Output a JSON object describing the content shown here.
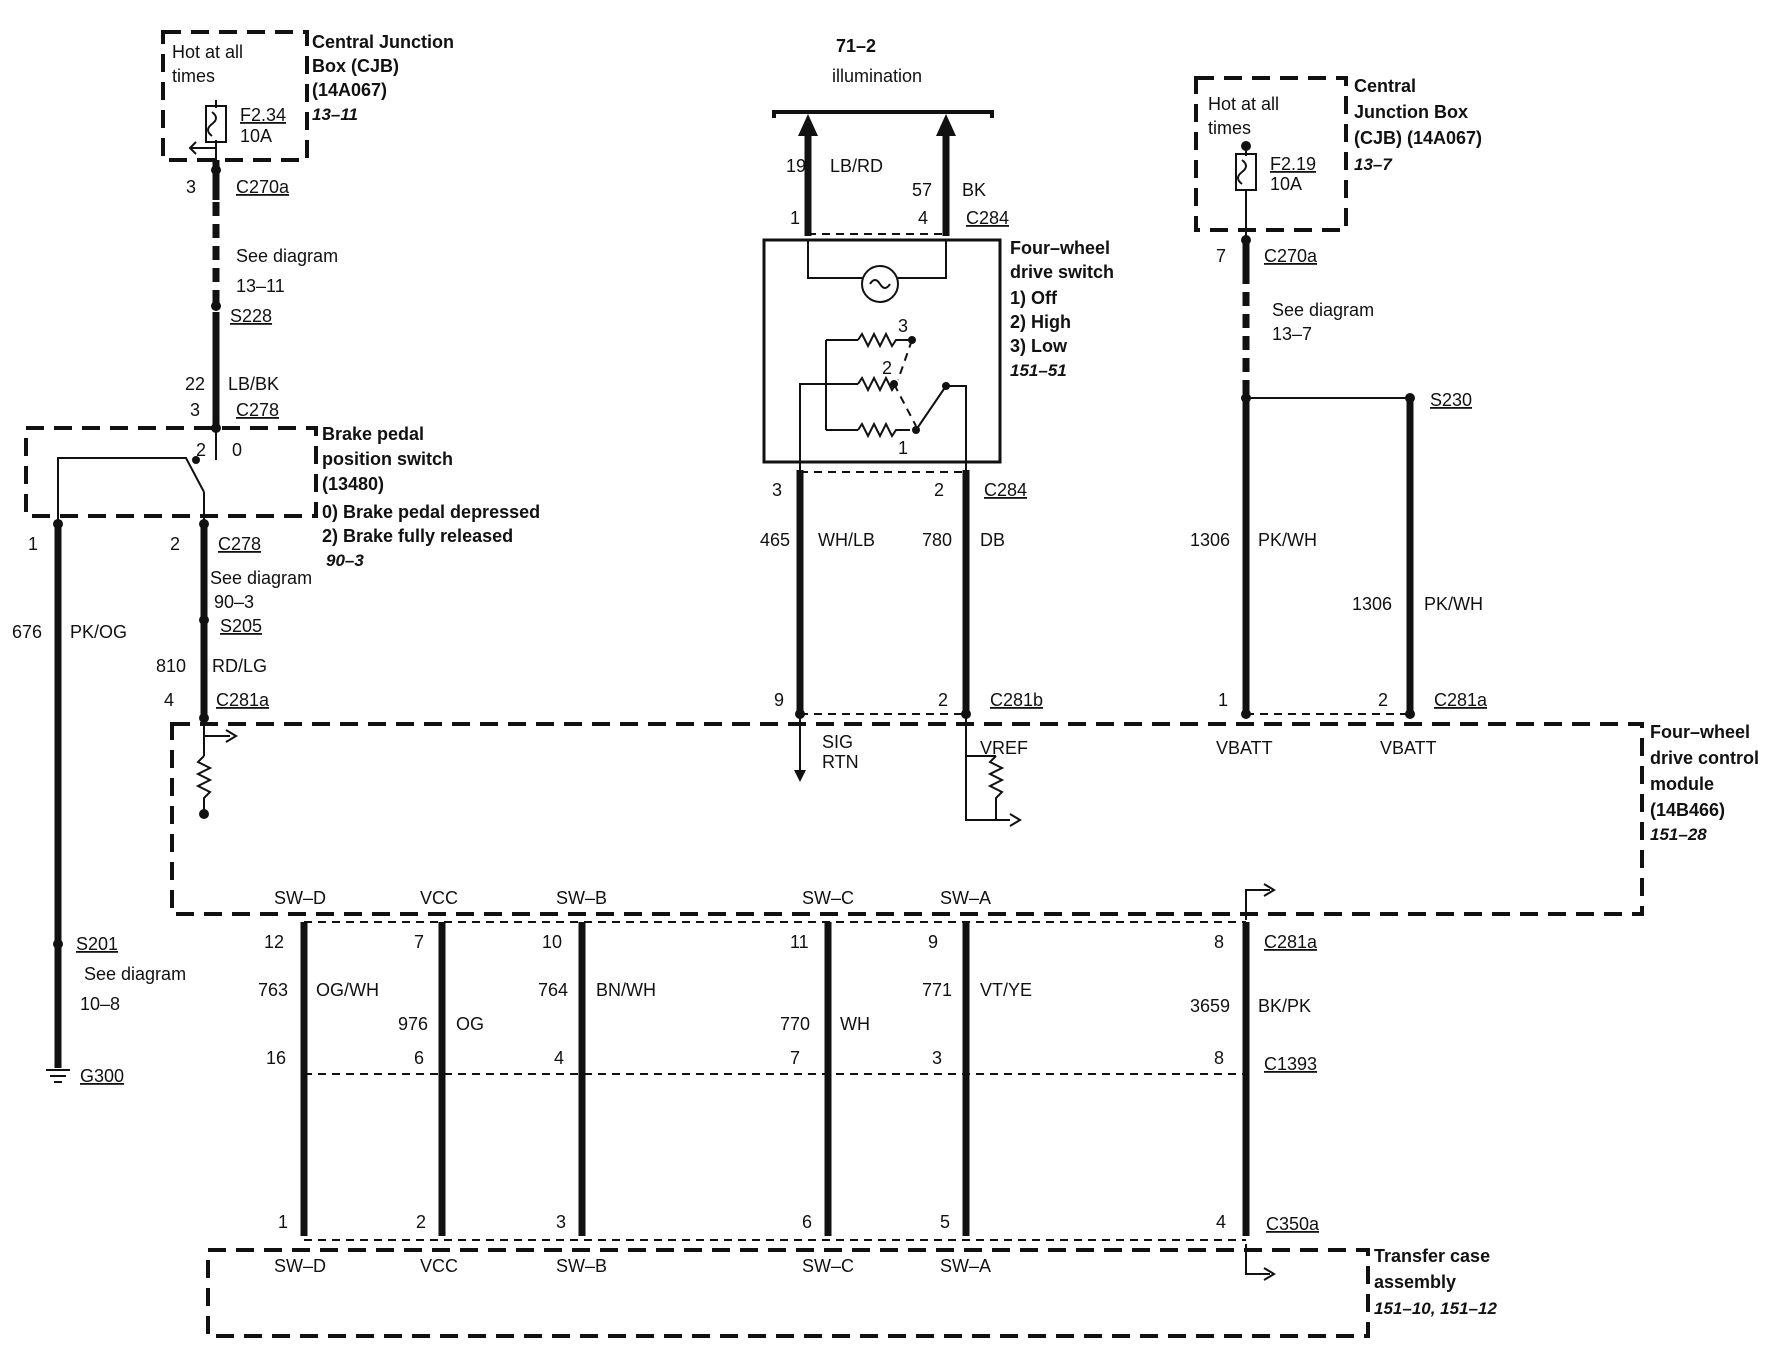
{
  "cjb_left": {
    "hot_line1": "Hot at all",
    "hot_line2": "times",
    "title1": "Central Junction",
    "title2": "Box (CJB)",
    "title3": "(14A067)",
    "ref": "13–11",
    "fuse": "F2.34",
    "amps": "10A"
  },
  "cjb_right": {
    "hot_line1": "Hot at all",
    "hot_line2": "times",
    "title1": "Central",
    "title2": "Junction Box",
    "title3": "(CJB) (14A067)",
    "ref": "13–7",
    "fuse": "F2.19",
    "amps": "10A"
  },
  "illumination": {
    "ref": "71–2",
    "label": "illumination"
  },
  "fwd_switch": {
    "title1": "Four–wheel",
    "title2": "drive switch",
    "pos1": "1) Off",
    "pos2": "2) High",
    "pos3": "3) Low",
    "ref": "151–51",
    "n3": "3",
    "n2": "2",
    "n1": "1"
  },
  "brake_switch": {
    "title1": "Brake pedal",
    "title2": "position switch",
    "title3": "(13480)",
    "state0": "0) Brake pedal depressed",
    "state2": "2) Brake fully released",
    "ref": "90–3",
    "pin2": "2",
    "pin0": "0"
  },
  "module": {
    "title1": "Four–wheel",
    "title2": "drive control",
    "title3": "module",
    "title4": "(14B466)",
    "ref": "151–28",
    "sig1": "SIG",
    "sig2": "RTN",
    "vref": "VREF",
    "vbatt1": "VBATT",
    "vbatt2": "VBATT",
    "bottom_pins": [
      "SW–D",
      "VCC",
      "SW–B",
      "SW–C",
      "SW–A"
    ]
  },
  "transfer_case": {
    "title1": "Transfer case",
    "title2": "assembly",
    "ref": "151–10, 151–12",
    "pins": [
      "SW–D",
      "VCC",
      "SW–B",
      "SW–C",
      "SW–A"
    ]
  },
  "left_col": {
    "c270a_pin": "3",
    "c270a": "C270a",
    "see1": "See diagram",
    "see1_ref": "13–11",
    "s228": "S228",
    "circuit": "22",
    "color": "LB/BK",
    "c278_pin": "3",
    "c278": "C278",
    "c278b_pin": "2",
    "c278b": "C278",
    "see2": "See diagram",
    "see2_ref": "90–3",
    "s205": "S205",
    "circuit2": "810",
    "color2": "RD/LG",
    "c281a_pin": "4",
    "c281a": "C281a"
  },
  "ground_col": {
    "pin": "1",
    "circuit": "676",
    "color": "PK/OG",
    "s201": "S201",
    "see": "See diagram",
    "see_ref": "10–8",
    "g300": "G300"
  },
  "mid_col": {
    "c19": "19",
    "c19_color": "LB/RD",
    "c57": "57",
    "c57_color": "BK",
    "p1": "1",
    "p4": "4",
    "c284": "C284",
    "p3": "3",
    "p2": "2",
    "c284b": "C284",
    "c465": "465",
    "c465_color": "WH/LB",
    "c780": "780",
    "c780_color": "DB",
    "p9": "9",
    "p2b": "2",
    "c281b": "C281b"
  },
  "right_col": {
    "p7": "7",
    "c270a": "C270a",
    "see": "See diagram",
    "see_ref": "13–7",
    "s230": "S230",
    "c1306a": "1306",
    "c1306a_color": "PK/WH",
    "c1306b": "1306",
    "c1306b_color": "PK/WH",
    "p1": "1",
    "p2": "2",
    "c281a": "C281a"
  },
  "lower_wires": {
    "top_pins": [
      "12",
      "7",
      "10",
      "11",
      "9",
      "8"
    ],
    "circuits": [
      "763",
      "976",
      "764",
      "770",
      "771",
      "3659"
    ],
    "colors": [
      "OG/WH",
      "OG",
      "BN/WH",
      "WH",
      "VT/YE",
      "BK/PK"
    ],
    "mid_pins": [
      "16",
      "6",
      "4",
      "7",
      "3",
      "8"
    ],
    "bot_pins": [
      "1",
      "2",
      "3",
      "6",
      "5",
      "4"
    ],
    "c281a": "C281a",
    "c1393": "C1393",
    "c350a": "C350a"
  }
}
